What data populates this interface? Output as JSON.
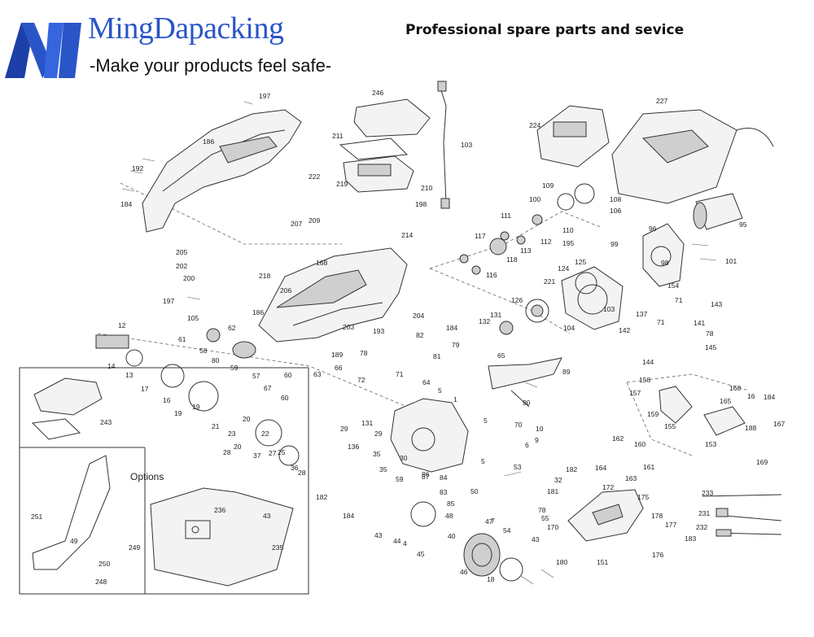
{
  "brand": {
    "name": "MingDapacking",
    "tagline": "-Make your products feel safe-",
    "accent_color": "#2a55c8",
    "logo_icon": "m-logo-icon"
  },
  "headline": "Professional spare parts and sevice",
  "options_label": "Options",
  "part_labels": [
    "197",
    "246",
    "103",
    "227",
    "224",
    "186",
    "211",
    "192",
    "222",
    "219",
    "210",
    "184",
    "198",
    "109",
    "108",
    "100",
    "106",
    "207",
    "209",
    "96",
    "95",
    "111",
    "117",
    "110",
    "112",
    "214",
    "113",
    "205",
    "202",
    "116",
    "118",
    "195",
    "99",
    "125",
    "218",
    "168",
    "124",
    "98",
    "101",
    "200",
    "206",
    "221",
    "154",
    "197",
    "186",
    "105",
    "126",
    "204",
    "131",
    "71",
    "143",
    "137",
    "12",
    "62",
    "82",
    "184",
    "141",
    "61",
    "203",
    "193",
    "132",
    "103",
    "104",
    "71",
    "142",
    "78",
    "58",
    "79",
    "145",
    "80",
    "189",
    "81",
    "59",
    "60",
    "66",
    "78",
    "144",
    "65",
    "14",
    "13",
    "17",
    "57",
    "63",
    "67",
    "72",
    "71",
    "64",
    "89",
    "158",
    "168",
    "184",
    "60",
    "5",
    "16",
    "1",
    "157",
    "29",
    "165",
    "16",
    "19",
    "243",
    "19",
    "20",
    "90",
    "159",
    "21",
    "131",
    "70",
    "155",
    "23",
    "22",
    "5",
    "10",
    "20",
    "29",
    "6",
    "188",
    "167",
    "28",
    "136",
    "9",
    "182",
    "162",
    "160",
    "37",
    "27",
    "25",
    "35",
    "153",
    "30",
    "36",
    "28",
    "86",
    "5",
    "53",
    "169",
    "87",
    "84",
    "164",
    "161",
    "35",
    "59",
    "83",
    "50",
    "163",
    "182",
    "32",
    "175",
    "233",
    "85",
    "7",
    "181",
    "172",
    "251",
    "184",
    "236",
    "48",
    "47",
    "45",
    "78",
    "43",
    "55",
    "231",
    "178",
    "177",
    "43",
    "44",
    "49",
    "170",
    "54",
    "183",
    "232",
    "4",
    "249",
    "250",
    "40",
    "235",
    "43",
    "176",
    "46",
    "18",
    "248",
    "180",
    "151"
  ]
}
